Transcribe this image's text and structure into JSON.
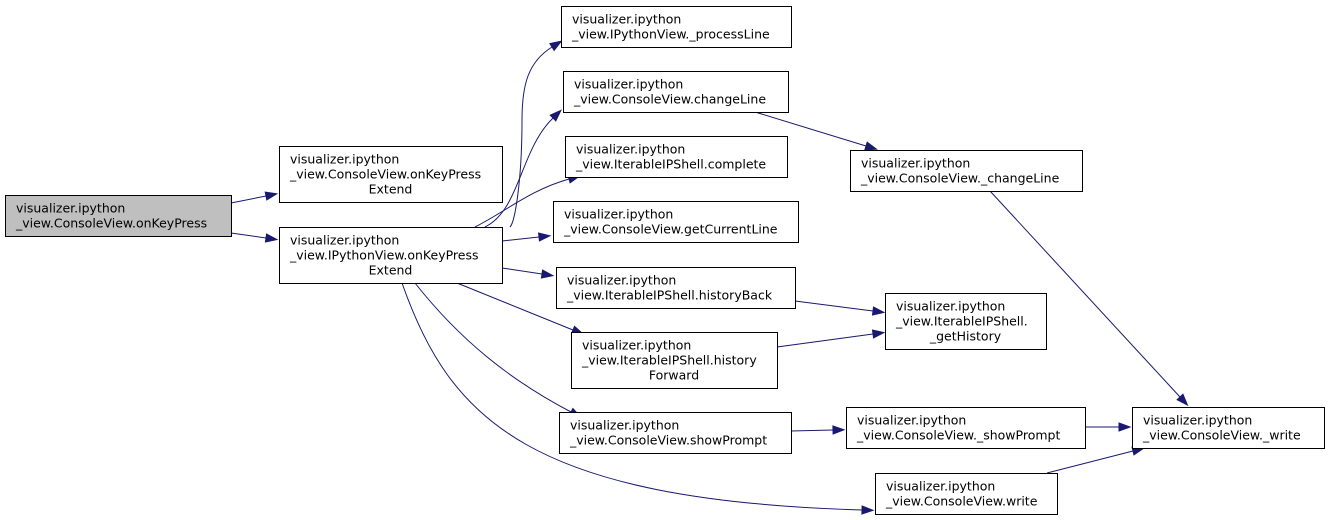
{
  "nodes": [
    {
      "id": "root",
      "lines": [
        "visualizer.ipython",
        "_view.ConsoleView.onKeyPress"
      ],
      "highlight": true
    },
    {
      "id": "cv_ext",
      "lines": [
        "visualizer.ipython",
        "_view.ConsoleView.onKeyPress",
        "Extend"
      ]
    },
    {
      "id": "ipv_ext",
      "lines": [
        "visualizer.ipython",
        "_view.IPythonView.onKeyPress",
        "Extend"
      ]
    },
    {
      "id": "processLine",
      "lines": [
        "visualizer.ipython",
        "_view.IPythonView._processLine"
      ]
    },
    {
      "id": "changeLine",
      "lines": [
        "visualizer.ipython",
        "_view.ConsoleView.changeLine"
      ]
    },
    {
      "id": "complete",
      "lines": [
        "visualizer.ipython",
        "_view.IterableIPShell.complete"
      ]
    },
    {
      "id": "getCurrentLine",
      "lines": [
        "visualizer.ipython",
        "_view.ConsoleView.getCurrentLine"
      ]
    },
    {
      "id": "historyBack",
      "lines": [
        "visualizer.ipython",
        "_view.IterableIPShell.historyBack"
      ]
    },
    {
      "id": "historyForward",
      "lines": [
        "visualizer.ipython",
        "_view.IterableIPShell.history",
        "Forward"
      ]
    },
    {
      "id": "showPrompt",
      "lines": [
        "visualizer.ipython",
        "_view.ConsoleView.showPrompt"
      ]
    },
    {
      "id": "write",
      "lines": [
        "visualizer.ipython",
        "_view.ConsoleView.write"
      ]
    },
    {
      "id": "_changeLine",
      "lines": [
        "visualizer.ipython",
        "_view.ConsoleView._changeLine"
      ]
    },
    {
      "id": "_getHistory",
      "lines": [
        "visualizer.ipython",
        "_view.IterableIPShell.",
        "_getHistory"
      ]
    },
    {
      "id": "_showPrompt",
      "lines": [
        "visualizer.ipython",
        "_view.ConsoleView._showPrompt"
      ]
    },
    {
      "id": "_write",
      "lines": [
        "visualizer.ipython",
        "_view.ConsoleView._write"
      ]
    }
  ],
  "edges": [
    {
      "from": "root",
      "to": "cv_ext"
    },
    {
      "from": "root",
      "to": "ipv_ext"
    },
    {
      "from": "ipv_ext",
      "to": "processLine"
    },
    {
      "from": "ipv_ext",
      "to": "changeLine"
    },
    {
      "from": "ipv_ext",
      "to": "complete"
    },
    {
      "from": "ipv_ext",
      "to": "getCurrentLine"
    },
    {
      "from": "ipv_ext",
      "to": "historyBack"
    },
    {
      "from": "ipv_ext",
      "to": "historyForward"
    },
    {
      "from": "ipv_ext",
      "to": "showPrompt"
    },
    {
      "from": "ipv_ext",
      "to": "write"
    },
    {
      "from": "changeLine",
      "to": "_changeLine"
    },
    {
      "from": "_changeLine",
      "to": "_write"
    },
    {
      "from": "historyBack",
      "to": "_getHistory"
    },
    {
      "from": "historyForward",
      "to": "_getHistory"
    },
    {
      "from": "showPrompt",
      "to": "_showPrompt"
    },
    {
      "from": "_showPrompt",
      "to": "_write"
    },
    {
      "from": "write",
      "to": "_write"
    }
  ],
  "colors": {
    "edge": "#191970",
    "node_border": "#000000",
    "root_fill": "#bfbfbf",
    "node_fill": "#ffffff"
  }
}
